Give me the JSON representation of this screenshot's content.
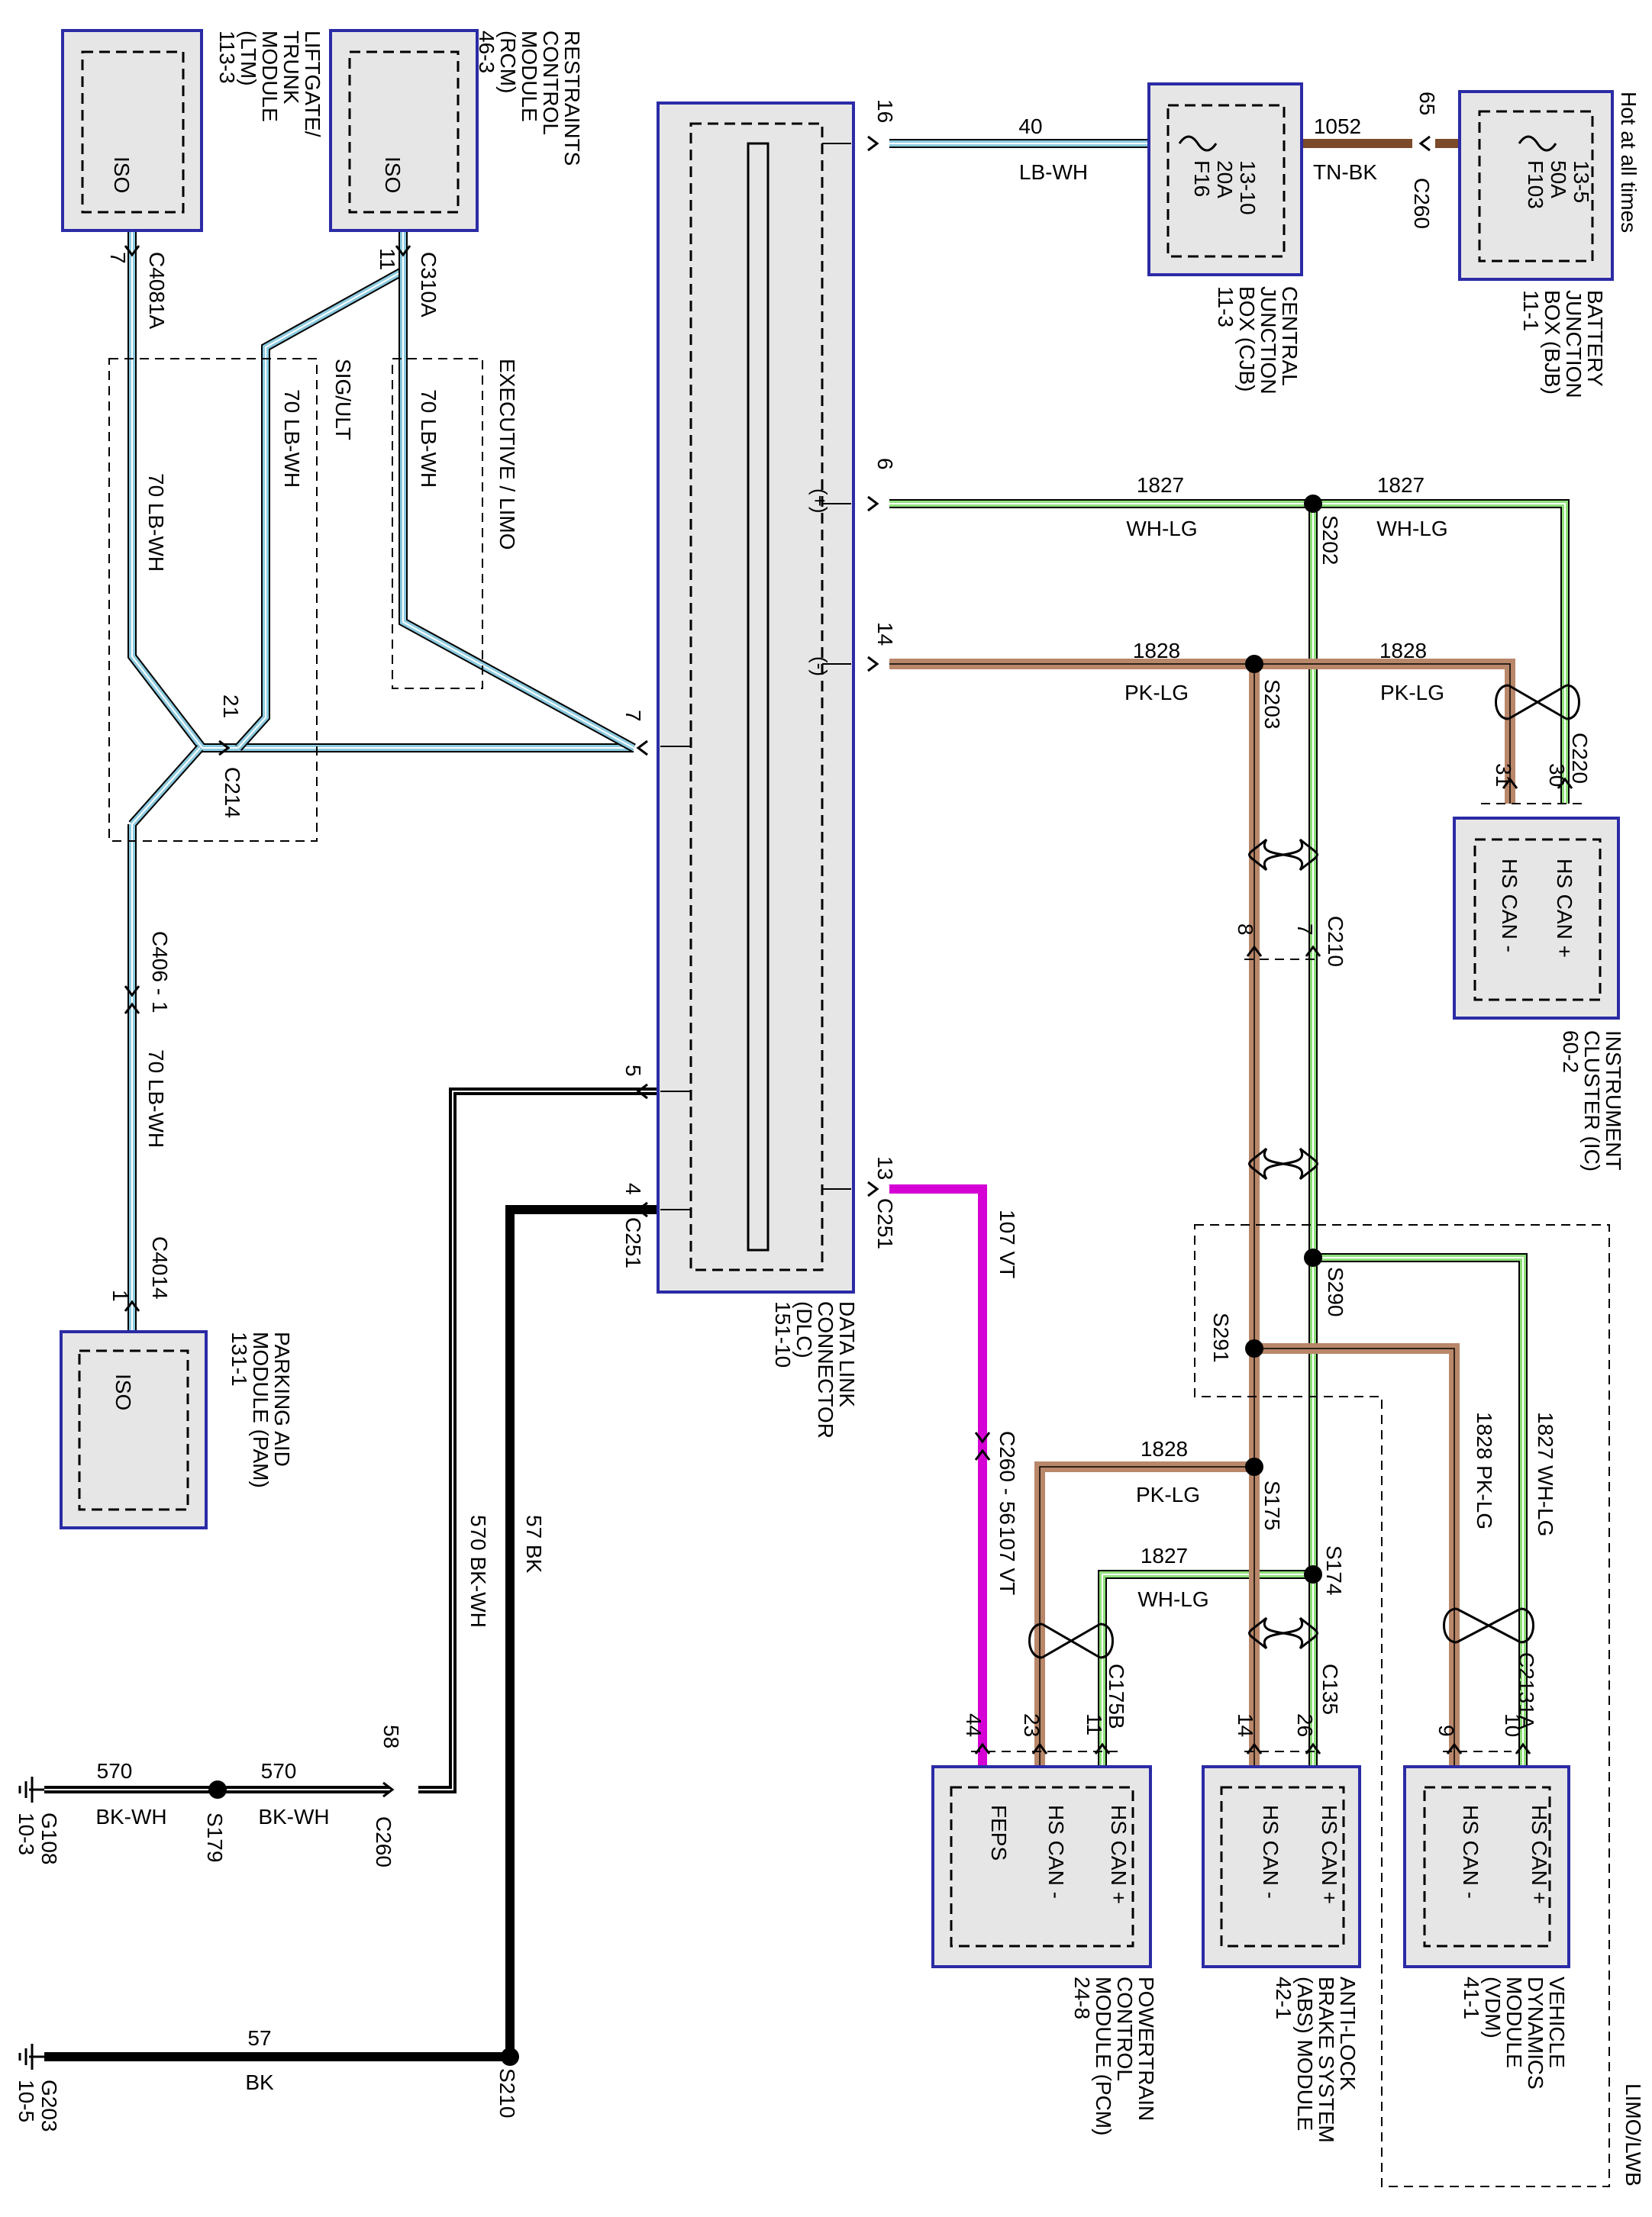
{
  "colors": {
    "lb_wh": "#8ccbe0",
    "wh_lg": "#8fe07a",
    "pk_lg": "#b9876a",
    "tn_bk": "#7a4a2a",
    "vt": "#d400d4",
    "bk": "#000000",
    "box_fill": "#e6e6e6",
    "box_border": "#2b2ba6"
  },
  "note": "Hot at all times",
  "modules": {
    "bjb": {
      "name": "BATTERY JUNCTION BOX (BJB)",
      "page": "11-1",
      "fuse": "F103",
      "amps": "50A",
      "ref": "13-5"
    },
    "cjb": {
      "name": "CENTRAL JUNCTION BOX (CJB)",
      "page": "11-3",
      "fuse": "F16",
      "amps": "20A",
      "ref": "13-10"
    },
    "dlc": {
      "name": "DATA LINK CONNECTOR (DLC)",
      "page": "151-10"
    },
    "ltm": {
      "name": "LIFTGATE/ TRUNK MODULE (LTM)",
      "page": "113-3",
      "label": "ISO"
    },
    "rcm": {
      "name": "RESTRAINTS CONTROL MODULE (RCM)",
      "page": "46-3",
      "label": "ISO"
    },
    "pam": {
      "name": "PARKING AID MODULE (PAM)",
      "page": "131-1",
      "label": "ISO"
    },
    "ic": {
      "name": "INSTRUMENT CLUSTER (IC)",
      "page": "60-2",
      "pin_a": "HS CAN +",
      "pin_b": "HS CAN -"
    },
    "vdm": {
      "name": "VEHICLE DYNAMICS MODULE (VDM)",
      "page": "41-1",
      "pin_a": "HS CAN +",
      "pin_b": "HS CAN -"
    },
    "abs": {
      "name": "ANTI-LOCK BRAKE SYSTEM (ABS) MODULE",
      "page": "42-1",
      "pin_a": "HS CAN +",
      "pin_b": "HS CAN -"
    },
    "pcm": {
      "name": "POWERTRAIN CONTROL MODULE (PCM)",
      "page": "24-8",
      "pin_a": "HS CAN +",
      "pin_b": "HS CAN -",
      "pin_c": "FEPS"
    }
  },
  "regions": {
    "sig_ult": "SIG/ULT",
    "exec_limo": "EXECUTIVE / LIMO",
    "limo_lwb": "LIMO/LWB"
  },
  "connectors": [
    "C260",
    "C4081A",
    "C310A",
    "C214",
    "C406",
    "C4014",
    "C251",
    "C220",
    "C210",
    "C2131A",
    "C135",
    "C175B"
  ],
  "splices": [
    "S202",
    "S203",
    "S290",
    "S291",
    "S175",
    "S174",
    "S179",
    "S210"
  ],
  "grounds": [
    {
      "id": "G108",
      "page": "10-3"
    },
    {
      "id": "G203",
      "page": "10-5"
    }
  ],
  "wires": {
    "w40": {
      "circuit": "40",
      "color": "LB-WH"
    },
    "w1052": {
      "circuit": "1052",
      "color": "TN-BK"
    },
    "w1827": {
      "circuit": "1827",
      "color": "WH-LG"
    },
    "w1828": {
      "circuit": "1828",
      "color": "PK-LG"
    },
    "w70": "70  LB-WH",
    "w107": "107  VT",
    "w570": {
      "circuit": "570",
      "color": "BK-WH"
    },
    "w570v": "570  BK-WH",
    "w57": {
      "circuit": "57",
      "color": "BK"
    },
    "w57v": "57  BK"
  },
  "pins": {
    "dlc_16": "16",
    "dlc_6": "6",
    "dlc_14": "14",
    "dlc_7": "7",
    "dlc_5": "5",
    "dlc_4": "4",
    "dlc_13": "13",
    "dlc_plus": "(+)",
    "dlc_minus": "(-)",
    "c260_65": "65",
    "ltm_7": "7",
    "rcm_11": "11",
    "c214_21": "21",
    "c406_1": "C406 - 1",
    "pam_1": "1",
    "ic_31": "31",
    "ic_30": "30",
    "c210_8": "8",
    "c210_7": "7",
    "c260_56": "C260 - 56",
    "c260_58": "58",
    "vdm_9": "9",
    "vdm_10": "10",
    "abs_14": "14",
    "abs_26": "26",
    "pcm_44": "44",
    "pcm_23": "23",
    "pcm_11": "11"
  }
}
